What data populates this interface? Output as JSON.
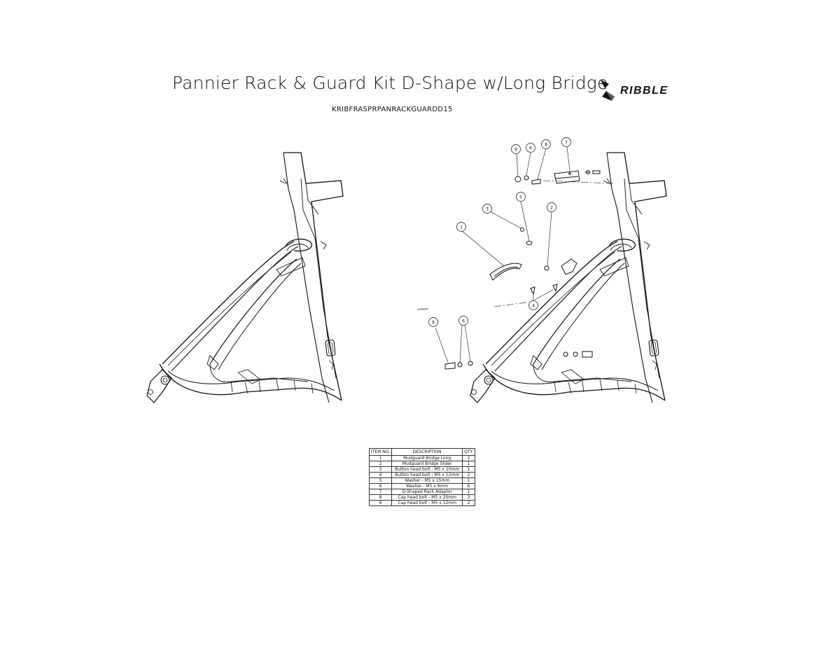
{
  "header": {
    "title": "Pannier Rack & Guard Kit D-Shape w/Long Bridge",
    "part_number": "KRIBFRASPRPANRACKGUARDD15",
    "brand": "RIBBLE"
  },
  "balloons": [
    "9",
    "6",
    "8",
    "7",
    "5",
    "3",
    "2",
    "1",
    "4",
    "8",
    "6"
  ],
  "bom": {
    "headers": {
      "item": "ITEM NO.",
      "description": "DESCRIPTION",
      "qty": "QTY."
    },
    "rows": [
      {
        "item": "1",
        "description": "Mudguard Bridge Long",
        "qty": "2"
      },
      {
        "item": "2",
        "description": "Mudguard Bridge Slider",
        "qty": "1"
      },
      {
        "item": "3",
        "description": "Button head bolt - M5 x 10mm",
        "qty": "1"
      },
      {
        "item": "4",
        "description": "Button head bolt - M5 x 12mm",
        "qty": "2"
      },
      {
        "item": "5",
        "description": "Washer - M5 x 15mm",
        "qty": "1"
      },
      {
        "item": "6",
        "description": "Washer - M5 x 9mm",
        "qty": "6"
      },
      {
        "item": "7",
        "description": "D-Shaped Rack Adaptor",
        "qty": "1"
      },
      {
        "item": "8",
        "description": "Cap head bolt - M5 x 20mm",
        "qty": "3"
      },
      {
        "item": "9",
        "description": "Cap head bolt - M5 x 12mm",
        "qty": "2"
      }
    ]
  }
}
